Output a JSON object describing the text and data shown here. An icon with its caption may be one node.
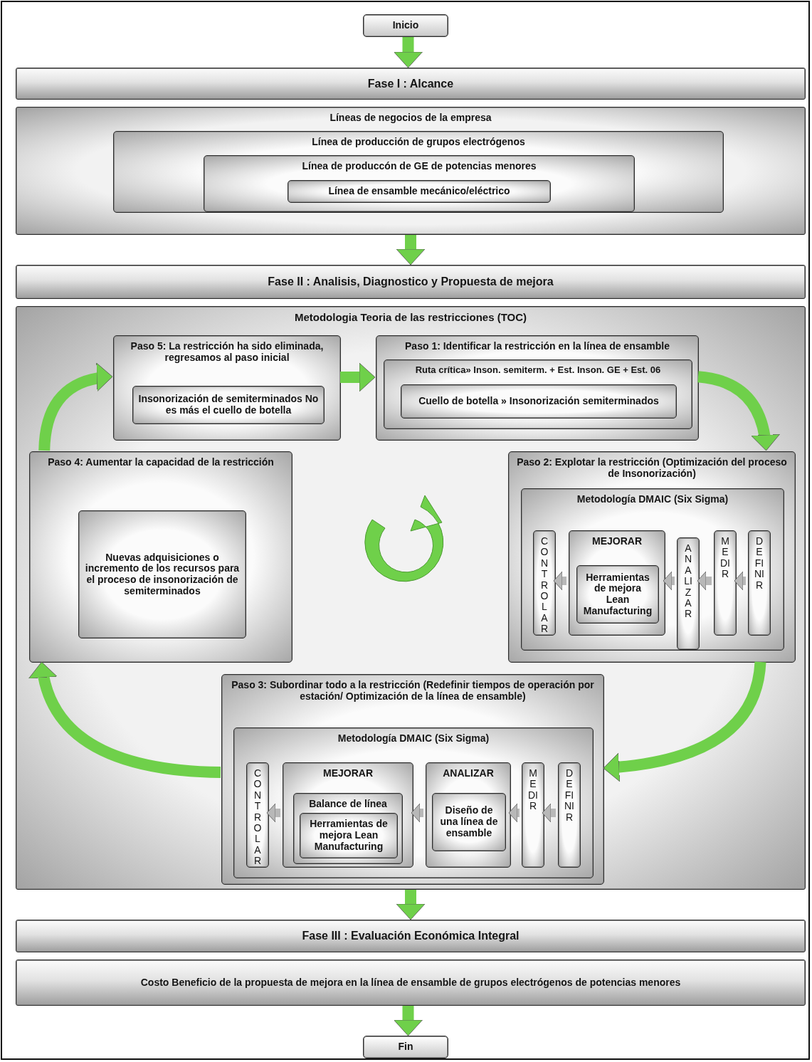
{
  "diagram": {
    "nodes": [
      {
        "text": [
          "Inicio"
        ]
      },
      {
        "text": [
          "Fase I : Alcance"
        ]
      },
      {
        "text": [
          "Líneas de negocios de la empresa"
        ]
      },
      {
        "text": [
          "Línea de producción de grupos electrógenos"
        ],
        "in": 2
      },
      {
        "text": [
          "Línea de produccón de GE de potencias menores"
        ],
        "in": 3
      },
      {
        "text": [
          "Línea de ensamble mecánico/eléctrico"
        ],
        "in": 4
      },
      {
        "text": [
          "Fase II : Analisis, Diagnostico y Propuesta de mejora"
        ]
      },
      {
        "text": [
          "Metodologia Teoria de las restricciones (TOC)"
        ]
      },
      {
        "text": [
          "Paso 5: La restricción ha sido eliminada, regresamos al paso inicial"
        ],
        "in": 7
      },
      {
        "text": [
          "Insonorización de semiterminados No es más el cuello de botella"
        ],
        "in": 8
      },
      {
        "text": [
          "Paso 1: Identificar la restricción en la línea de ensamble"
        ],
        "in": 7
      },
      {
        "text": [
          "Ruta crítica» Inson. semiterm. + Est. Inson. GE + Est. 06"
        ],
        "in": 10
      },
      {
        "text": [
          "Cuello de botella » Insonorización semiterminados"
        ],
        "in": 11
      },
      {
        "text": [
          "Paso 4: Aumentar la capacidad de la restricción"
        ],
        "in": 7
      },
      {
        "text": [
          "Nuevas adquisiciones o incremento de los recursos para el proceso de insonorización de semiterminados"
        ],
        "in": 13
      },
      {
        "text": [
          "Paso 2: Explotar la restricción (Optimización del proceso de Insonorización)"
        ],
        "in": 7
      },
      {
        "text": [
          "Metodología DMAIC (Six Sigma)"
        ],
        "in": 15
      },
      {
        "text": [
          "CONTROLAR"
        ],
        "in": 16
      },
      {
        "text": [
          "MEJORAR"
        ],
        "in": 16
      },
      {
        "text": [
          "Herramientas de mejora Lean Manufacturing"
        ],
        "in": 18
      },
      {
        "text": [
          "ANALIZAR"
        ],
        "in": 16
      },
      {
        "text": [
          "MEDIR"
        ],
        "in": 16
      },
      {
        "text": [
          "DEFINIR"
        ],
        "in": 16
      },
      {
        "text": [
          "Paso 3: Subordinar todo a la restricción (Redefinir tiempos de operación por estación/ Optimización de la línea de ensamble)"
        ],
        "in": 7
      },
      {
        "text": [
          "Metodología DMAIC (Six Sigma)"
        ],
        "in": 23
      },
      {
        "text": [
          "CONTROLAR"
        ],
        "in": 24
      },
      {
        "text": [
          "MEJORAR"
        ],
        "in": 24
      },
      {
        "text": [
          "Balance de línea"
        ],
        "in": 26
      },
      {
        "text": [
          "Herramientas de mejora Lean Manufacturing"
        ],
        "in": 27
      },
      {
        "text": [
          "ANALIZAR"
        ],
        "in": 24
      },
      {
        "text": [
          "Diseño de una línea de ensamble"
        ],
        "in": 29
      },
      {
        "text": [
          "MEDIR"
        ],
        "in": 24
      },
      {
        "text": [
          "DEFINIR"
        ],
        "in": 24
      },
      {
        "text": [
          "Fase III : Evaluación Económica Integral"
        ]
      },
      {
        "text": [
          "Costo Beneficio de la propuesta de mejora en la línea de ensamble de grupos electrógenos de potencias menores"
        ]
      },
      {
        "text": [
          "Fin"
        ]
      }
    ],
    "edges": [
      {
        "from": 0,
        "to": 1,
        "arrow": "to"
      },
      {
        "from": 2,
        "to": 6,
        "arrow": "to"
      },
      {
        "from": 8,
        "to": 10,
        "arrow": "to"
      },
      {
        "from": 10,
        "to": 15,
        "arrow": "to"
      },
      {
        "from": 15,
        "to": 23,
        "arrow": "to"
      },
      {
        "from": 23,
        "to": 13,
        "arrow": "to"
      },
      {
        "from": 13,
        "to": 8,
        "arrow": "to"
      },
      {
        "from": 22,
        "to": 21,
        "arrow": "to",
        "color": "#b8b8b8"
      },
      {
        "from": 21,
        "to": 20,
        "arrow": "to",
        "color": "#b8b8b8"
      },
      {
        "from": 20,
        "to": 18,
        "arrow": "to",
        "color": "#b8b8b8"
      },
      {
        "from": 18,
        "to": 17,
        "arrow": "to",
        "color": "#b8b8b8"
      },
      {
        "from": 32,
        "to": 31,
        "arrow": "to",
        "color": "#b8b8b8"
      },
      {
        "from": 31,
        "to": 29,
        "arrow": "to",
        "color": "#b8b8b8"
      },
      {
        "from": 29,
        "to": 26,
        "arrow": "to",
        "color": "#b8b8b8"
      },
      {
        "from": 26,
        "to": 25,
        "arrow": "to",
        "color": "#b8b8b8"
      },
      {
        "from": 7,
        "to": 33,
        "arrow": "to"
      },
      {
        "from": 34,
        "to": 35,
        "arrow": "to"
      }
    ]
  }
}
